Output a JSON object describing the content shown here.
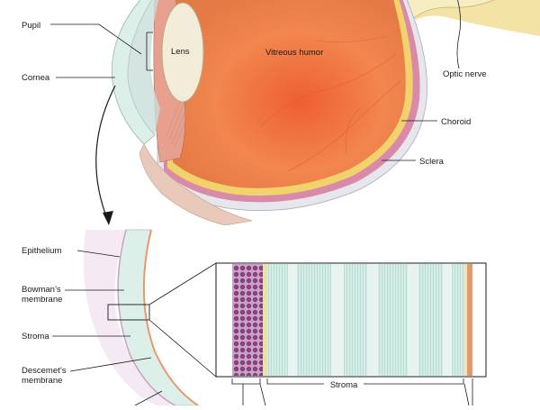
{
  "labels": {
    "pupil": "Pupil",
    "lens": "Lens",
    "vitreous_humor": "Vitreous humor",
    "cornea": "Cornea",
    "optic_nerve": "Optic nerve",
    "choroid": "Choroid",
    "sclera": "Sclera",
    "epithelium": "Epithelium",
    "bowmans_line1": "Bowman’s",
    "bowmans_line2": "membrane",
    "stroma": "Stroma",
    "descemets_line1": "Descemet’s",
    "descemets_line2": "membrane",
    "stroma_detail": "Stroma"
  },
  "colors": {
    "vitreous": "#f08a55",
    "vitreous_center": "#ef6a3a",
    "sclera": "#e6e6ec",
    "choroid": "#d98aa8",
    "yellow_layer": "#f2d36b",
    "cornea": "#dcefe8",
    "lens": "#f3ecd9",
    "stroma_fill": "#cfe9e4",
    "epithelium_cells": "#9b4f8f",
    "endothelium": "#e69a6b"
  }
}
